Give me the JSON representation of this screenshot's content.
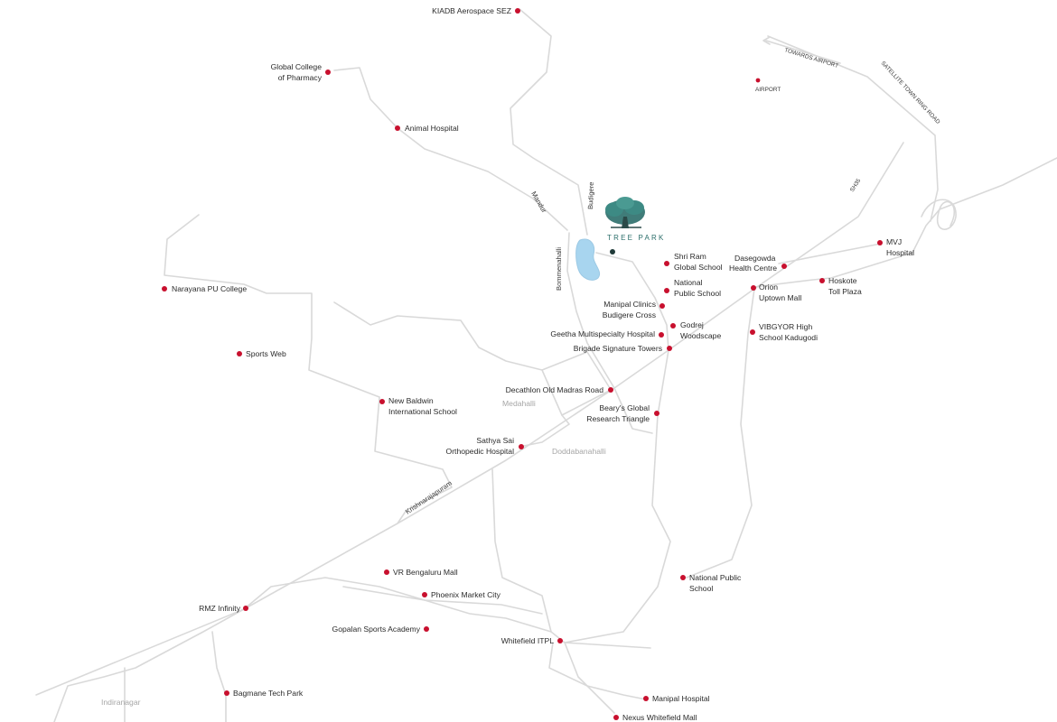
{
  "brand": {
    "name": "TREE PARK",
    "logo_icon": "tree-logo-icon",
    "color": "#2b6e6a"
  },
  "colors": {
    "poi": "#c8102e",
    "road": "#d9d9d9",
    "water": "#a8d5ef"
  },
  "pois": [
    {
      "id": "kiadb",
      "lines": [
        "KIADB Aerospace SEZ"
      ]
    },
    {
      "id": "global-college",
      "lines": [
        "Global College",
        "of Pharmacy"
      ]
    },
    {
      "id": "animal-hospital",
      "lines": [
        "Animal Hospital"
      ]
    },
    {
      "id": "airport",
      "lines": [
        "AIRPORT"
      ]
    },
    {
      "id": "mvj-hospital",
      "lines": [
        "MVJ",
        "Hospital"
      ]
    },
    {
      "id": "dasegowda",
      "lines": [
        "Dasegowda",
        "Health Centre"
      ]
    },
    {
      "id": "hoskote",
      "lines": [
        "Hoskote",
        "Toll Plaza"
      ]
    },
    {
      "id": "shri-ram",
      "lines": [
        "Shri Ram",
        "Global School"
      ]
    },
    {
      "id": "national-public-1",
      "lines": [
        "National",
        "Public School"
      ]
    },
    {
      "id": "orion",
      "lines": [
        "Orion",
        "Uptown Mall"
      ]
    },
    {
      "id": "manipal-clinics",
      "lines": [
        "Manipal Clinics",
        "Budigere Cross"
      ]
    },
    {
      "id": "godrej",
      "lines": [
        "Godrej",
        "Woodscape"
      ]
    },
    {
      "id": "vibgyor",
      "lines": [
        "VIBGYOR High",
        "School Kadugodi"
      ]
    },
    {
      "id": "geetha",
      "lines": [
        "Geetha Multispecialty Hospital"
      ]
    },
    {
      "id": "brigade",
      "lines": [
        "Brigade Signature Towers"
      ]
    },
    {
      "id": "narayana",
      "lines": [
        "Narayana PU College"
      ]
    },
    {
      "id": "sports-web",
      "lines": [
        "Sports Web"
      ]
    },
    {
      "id": "decathlon",
      "lines": [
        "Decathlon Old Madras Road"
      ]
    },
    {
      "id": "new-baldwin",
      "lines": [
        "New Baldwin",
        "International School"
      ]
    },
    {
      "id": "bearys",
      "lines": [
        "Beary's Global",
        "Research Triangle"
      ]
    },
    {
      "id": "sathya-sai",
      "lines": [
        "Sathya Sai",
        "Orthopedic Hospital"
      ]
    },
    {
      "id": "national-public-2",
      "lines": [
        "National Public",
        "School"
      ]
    },
    {
      "id": "vr-mall",
      "lines": [
        "VR Bengaluru Mall"
      ]
    },
    {
      "id": "phoenix",
      "lines": [
        "Phoenix Market City"
      ]
    },
    {
      "id": "rmz",
      "lines": [
        "RMZ Infinity"
      ]
    },
    {
      "id": "gopalan",
      "lines": [
        "Gopalan Sports Academy"
      ]
    },
    {
      "id": "whitefield-itpl",
      "lines": [
        "Whitefield ITPL"
      ]
    },
    {
      "id": "bagmane",
      "lines": [
        "Bagmane Tech Park"
      ]
    },
    {
      "id": "manipal-hospital",
      "lines": [
        "Manipal Hospital"
      ]
    },
    {
      "id": "nexus",
      "lines": [
        "Nexus Whitefield Mall"
      ]
    }
  ],
  "areas": {
    "medahalli": "Medahalli",
    "doddabanahalli": "Doddabanahalli",
    "indiranagar": "Indiranagar"
  },
  "roads": {
    "towards_airport": "TOWARDS AIRPORT",
    "satellite_town_ring_road": "SATELLITE TOWN RING ROAD",
    "sh35": "SH35",
    "mandur": "Mandur",
    "budigere": "Budigere",
    "bommenahalli": "Bommenahalli",
    "krishnarajapuram": "Krishnarajapuram"
  }
}
